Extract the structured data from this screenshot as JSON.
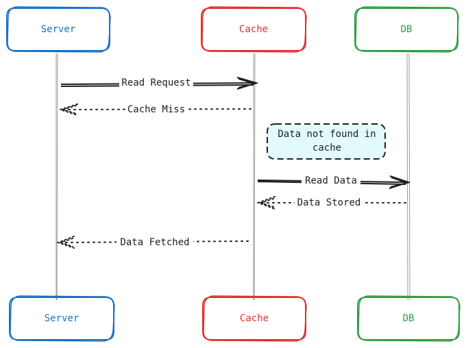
{
  "participants": [
    {
      "id": "server",
      "label": "Server",
      "color": "#1971c2"
    },
    {
      "id": "cache",
      "label": "Cache",
      "color": "#e03131"
    },
    {
      "id": "db",
      "label": "DB",
      "color": "#2f9e44"
    }
  ],
  "messages": [
    {
      "label": "Read Request",
      "from": "server",
      "to": "cache",
      "style": "solid"
    },
    {
      "label": "Cache Miss",
      "from": "cache",
      "to": "server",
      "style": "dotted"
    },
    {
      "label": "Read Data",
      "from": "cache",
      "to": "db",
      "style": "solid"
    },
    {
      "label": "Data Stored",
      "from": "db",
      "to": "cache",
      "style": "dotted"
    },
    {
      "label": "Data Fetched",
      "from": "cache",
      "to": "server",
      "style": "dotted"
    }
  ],
  "note": {
    "lines": [
      "Data not found in",
      "cache"
    ],
    "fill": "#e3fafc"
  },
  "ink": "#1e1e1e"
}
